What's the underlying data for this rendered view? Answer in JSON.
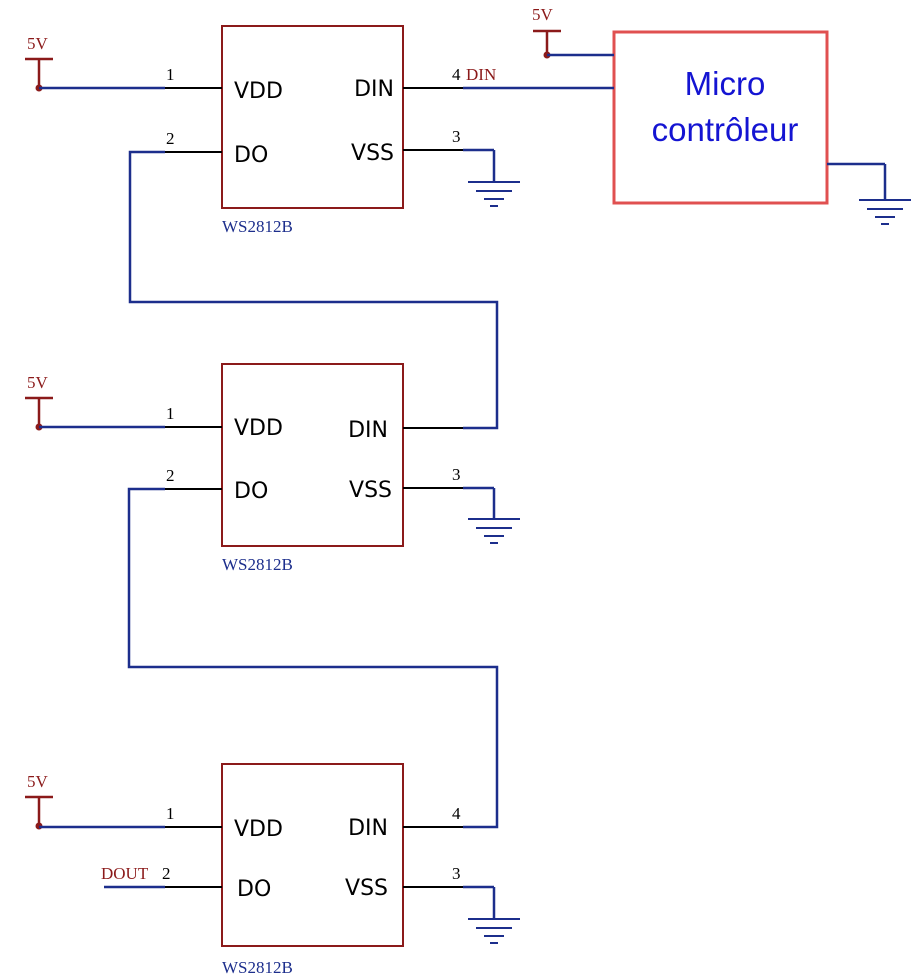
{
  "colors": {
    "wire": "#1c2e8c",
    "pin": "#000000",
    "body": "#8b1a1a",
    "mcu_border": "#e05050",
    "mcu_text": "#1414d2",
    "net_label": "#8b1a1a"
  },
  "microcontroller": {
    "line1": "Micro",
    "line2": "contrôleur",
    "power_label": "5V"
  },
  "leds": [
    {
      "part": "WS2812B",
      "power_label": "5V",
      "pins": {
        "vdd": "VDD",
        "din": "DIN",
        "do": "DO",
        "vss": "VSS"
      },
      "nums": {
        "vdd": "1",
        "do": "2",
        "vss": "3",
        "din": "4"
      },
      "din_net": "DIN"
    },
    {
      "part": "WS2812B",
      "power_label": "5V",
      "pins": {
        "vdd": "VDD",
        "din": "DIN",
        "do": "DO",
        "vss": "VSS"
      },
      "nums": {
        "vdd": "1",
        "do": "2",
        "vss": "3",
        "din": ""
      }
    },
    {
      "part": "WS2812B",
      "power_label": "5V",
      "pins": {
        "vdd": "VDD",
        "din": "DIN",
        "do": "DO",
        "vss": "VSS"
      },
      "nums": {
        "vdd": "1",
        "do": "2",
        "vss": "3",
        "din": "4"
      },
      "do_net": "DOUT"
    }
  ]
}
